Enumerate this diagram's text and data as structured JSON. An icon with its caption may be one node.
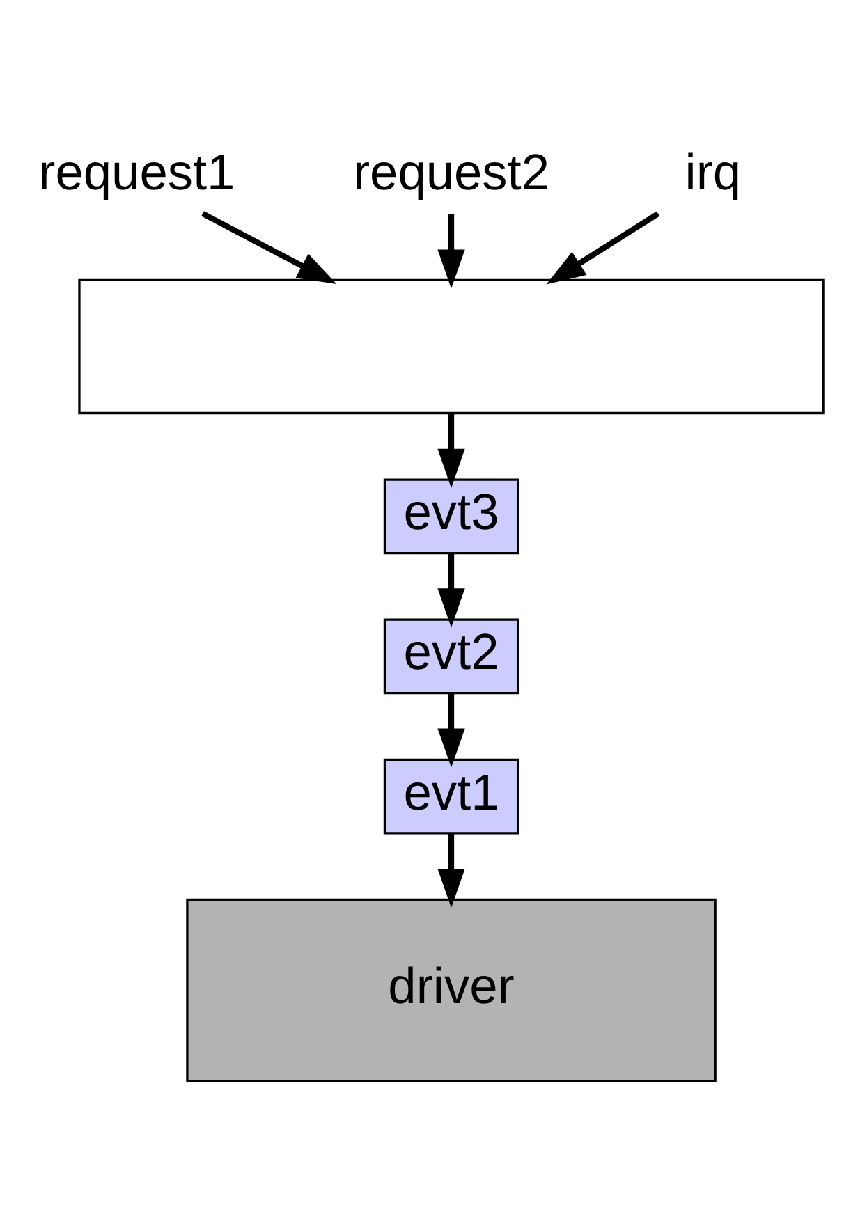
{
  "diagram": {
    "nodes": [
      {
        "text": [
          "request1"
        ]
      },
      {
        "text": [
          "request2"
        ]
      },
      {
        "text": [
          "irq"
        ]
      },
      {
        "text": [],
        "shape": "box"
      },
      {
        "text": [
          "evt3"
        ]
      },
      {
        "text": [
          "evt2"
        ]
      },
      {
        "text": [
          "evt1"
        ]
      },
      {
        "text": [
          "driver"
        ]
      }
    ],
    "edges": [
      {
        "from": 0,
        "to": 3,
        "arrow": "to"
      },
      {
        "from": 1,
        "to": 3,
        "arrow": "to"
      },
      {
        "from": 2,
        "to": 3,
        "arrow": "to"
      },
      {
        "from": 3,
        "to": 4,
        "arrow": "to"
      },
      {
        "from": 4,
        "to": 5,
        "arrow": "to"
      },
      {
        "from": 5,
        "to": 6,
        "arrow": "to"
      },
      {
        "from": 6,
        "to": 7,
        "arrow": "to"
      }
    ]
  }
}
